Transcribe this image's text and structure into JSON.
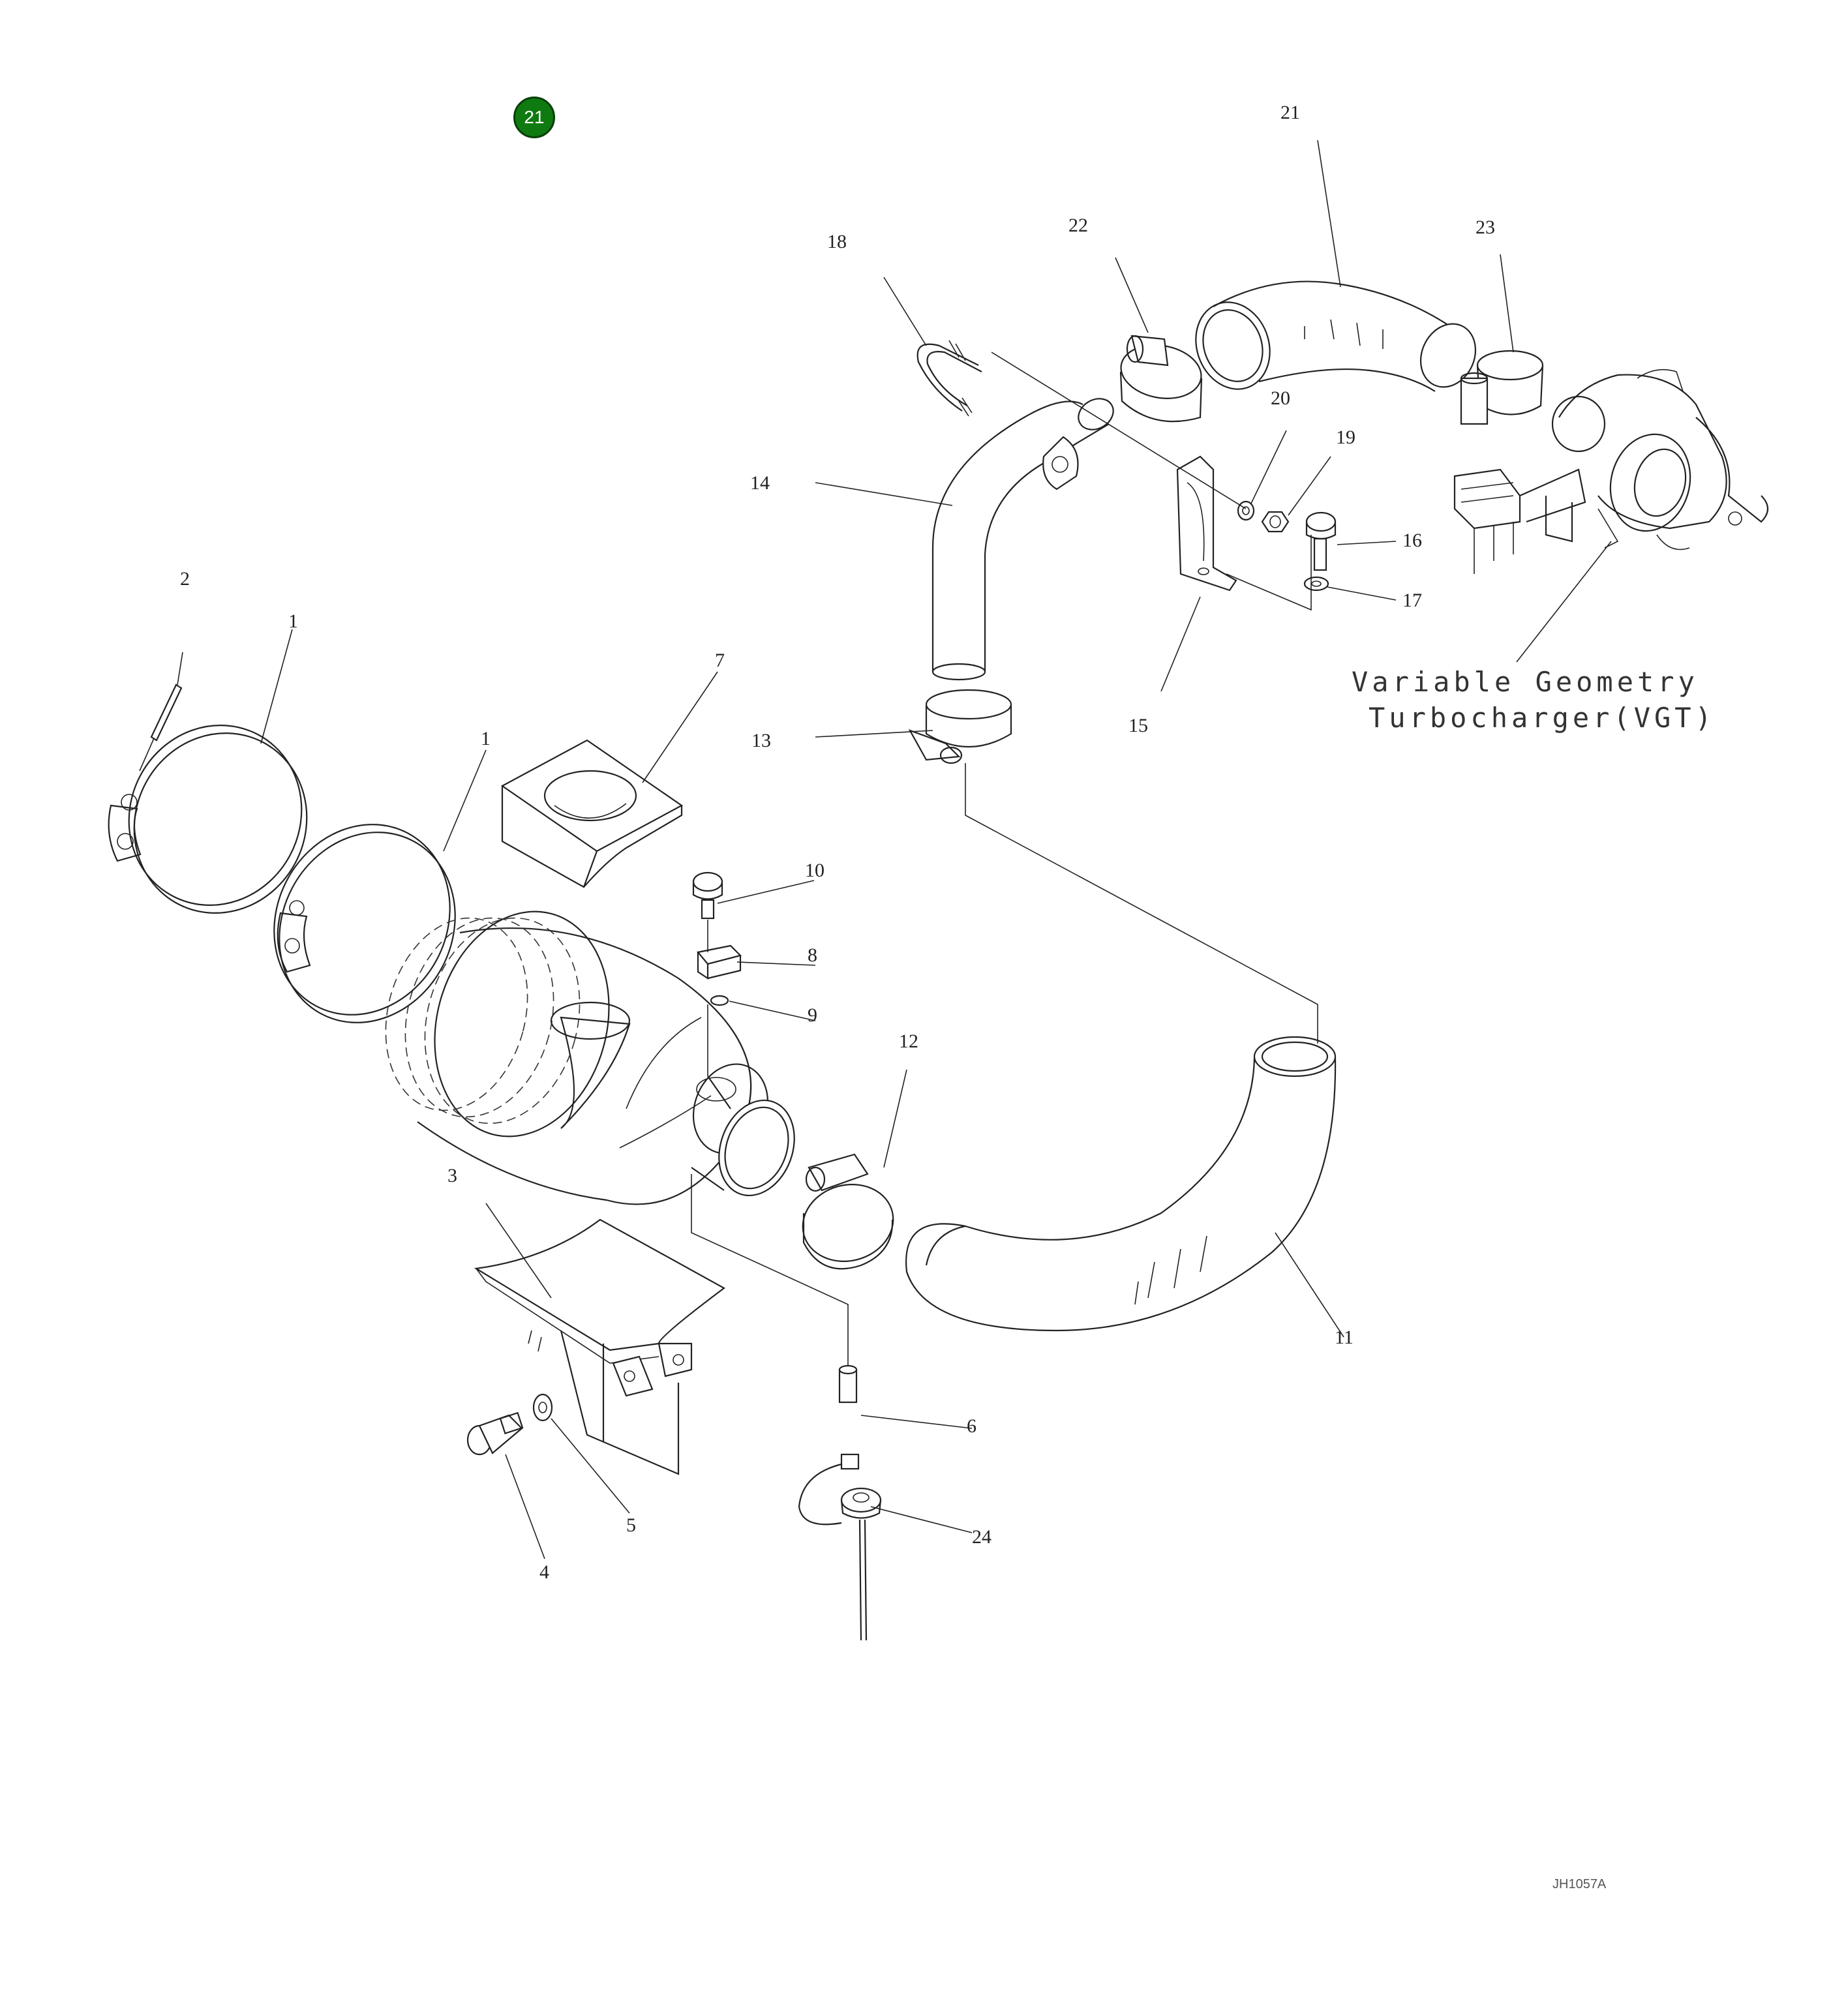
{
  "badge": {
    "label": "21",
    "color": "#0f7a0f"
  },
  "turbo_label": {
    "line1": "Variable Geometry",
    "line2": "Turbocharger(VGT)"
  },
  "drawing_code": "JH1057A",
  "callouts": {
    "c1a": "1",
    "c1b": "1",
    "c2": "2",
    "c3": "3",
    "c4": "4",
    "c5": "5",
    "c6": "6",
    "c7": "7",
    "c8": "8",
    "c9": "9",
    "c10": "10",
    "c11": "11",
    "c12": "12",
    "c13": "13",
    "c14": "14",
    "c15": "15",
    "c16": "16",
    "c17": "17",
    "c18": "18",
    "c19": "19",
    "c20": "20",
    "c21": "21",
    "c22": "22",
    "c23": "23",
    "c24": "24"
  }
}
